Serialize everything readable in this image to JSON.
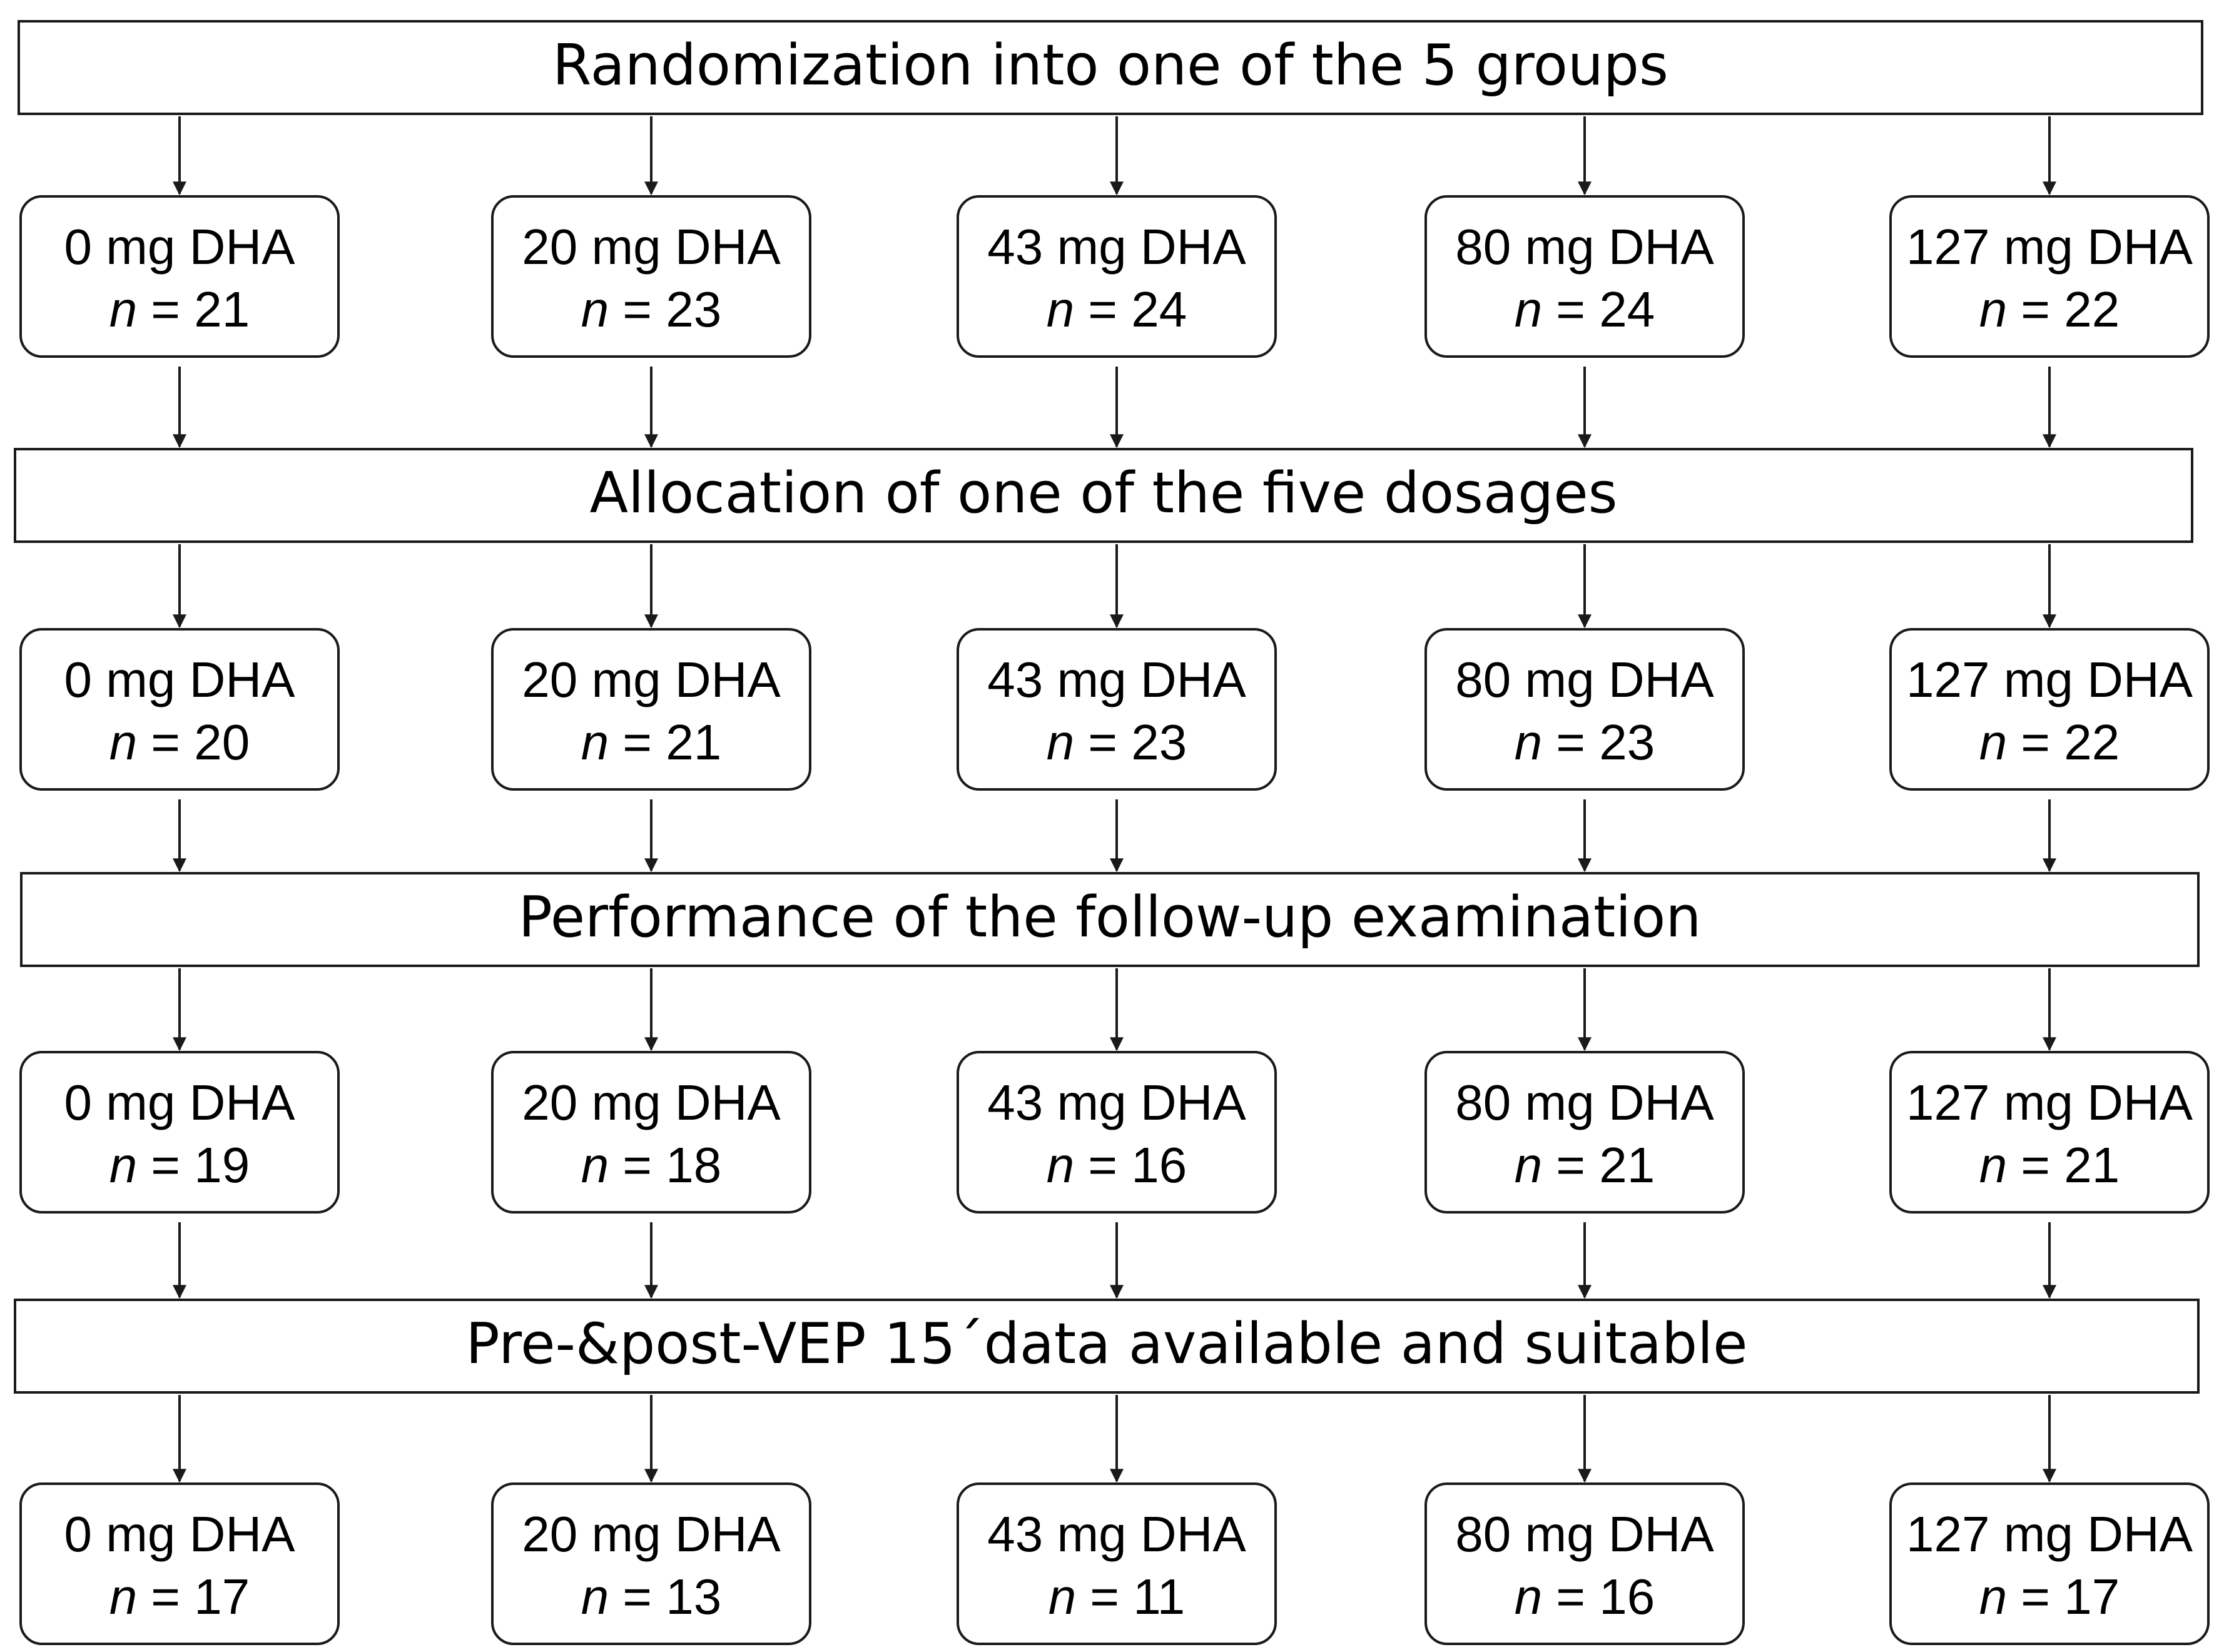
{
  "stages": [
    {
      "label": "Randomization into one of the 5 groups",
      "groups": [
        {
          "dose": "0 mg DHA",
          "n_label": "n",
          "n_value": "= 21"
        },
        {
          "dose": "20 mg DHA",
          "n_label": "n",
          "n_value": "= 23"
        },
        {
          "dose": "43 mg DHA",
          "n_label": "n",
          "n_value": "= 24"
        },
        {
          "dose": "80 mg DHA",
          "n_label": "n",
          "n_value": "= 24"
        },
        {
          "dose": "127 mg DHA",
          "n_label": "n",
          "n_value": "= 22"
        }
      ]
    },
    {
      "label": "Allocation of one of the five dosages",
      "groups": [
        {
          "dose": "0 mg DHA",
          "n_label": "n",
          "n_value": "= 20"
        },
        {
          "dose": "20 mg DHA",
          "n_label": "n",
          "n_value": "= 21"
        },
        {
          "dose": "43 mg DHA",
          "n_label": "n",
          "n_value": "= 23"
        },
        {
          "dose": "80 mg DHA",
          "n_label": "n",
          "n_value": "= 23"
        },
        {
          "dose": "127 mg DHA",
          "n_label": "n",
          "n_value": "= 22"
        }
      ]
    },
    {
      "label": "Performance of the follow-up examination",
      "groups": [
        {
          "dose": "0 mg DHA",
          "n_label": "n",
          "n_value": "= 19"
        },
        {
          "dose": "20 mg DHA",
          "n_label": "n",
          "n_value": "= 18"
        },
        {
          "dose": "43 mg DHA",
          "n_label": "n",
          "n_value": "= 16"
        },
        {
          "dose": "80 mg DHA",
          "n_label": "n",
          "n_value": "= 21"
        },
        {
          "dose": "127 mg DHA",
          "n_label": "n",
          "n_value": "= 21"
        }
      ]
    },
    {
      "label": "Pre-&post-VEP 15´data available and suitable",
      "groups": [
        {
          "dose": "0 mg DHA",
          "n_label": "n",
          "n_value": "= 17"
        },
        {
          "dose": "20 mg DHA",
          "n_label": "n",
          "n_value": "= 13"
        },
        {
          "dose": "43 mg DHA",
          "n_label": "n",
          "n_value": "= 11"
        },
        {
          "dose": "80 mg DHA",
          "n_label": "n",
          "n_value": "= 16"
        },
        {
          "dose": "127 mg DHA",
          "n_label": "n",
          "n_value": "= 17"
        }
      ]
    }
  ],
  "colors": {
    "stroke": "#1a1a1a",
    "text": "#000000",
    "background": "#ffffff"
  }
}
